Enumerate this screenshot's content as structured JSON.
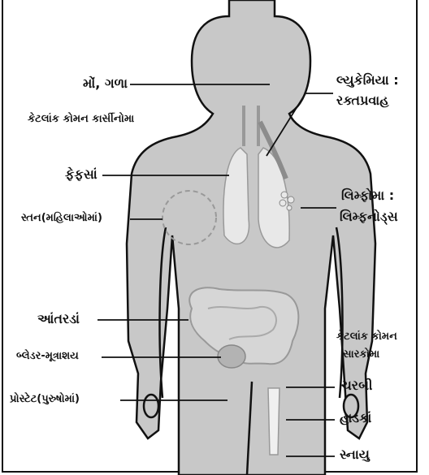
{
  "labels": {
    "mouth_throat": "મોં, ગળા",
    "common_carcinomas": "કેટલાંક કોમન કાર્સીનોમા",
    "lungs": "ફેફસાં",
    "breast": "સ્તન(મહિલાઓમાં)",
    "intestines": "આંતરડાં",
    "bladder": "બ્લેડર-મૂત્રાશય",
    "prostate": "પ્રોસ્ટેટ(પુરુષોમાં)",
    "leukemia": "લ્યુકેમિયા :",
    "blood_stream": "રક્તપ્રવાહ",
    "lymphoma": "લિમ્ફોમા :",
    "lymph_nodes": "લિમ્ફનોડ્સ",
    "common_sarcomas_1": "કેટલાંક કોમન",
    "common_sarcomas_2": "સારકોમા",
    "fat": "ચરબી",
    "bones": "હાડકાં",
    "muscles": "સ્નાયુ"
  },
  "colors": {
    "body": "#c8c8c8",
    "organ": "#b3b3b3",
    "outline": "#111111",
    "accent": "#8c8c8c"
  }
}
